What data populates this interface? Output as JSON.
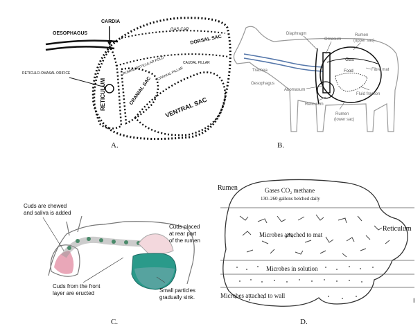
{
  "panels": {
    "a": {
      "caption": "A.",
      "labels": {
        "oesophagus": "OESOPHAGUS",
        "cardia": "CARDIA",
        "gas_cap": "GAS CAP",
        "dorsal_sac": "DORSAL SAC",
        "rumino_fold": "RUMINORETICULAR FOLD",
        "caudal_pillar": "CAUDAL PILLAR",
        "cranial_pillar": "CRANIAL PILLAR",
        "reticulo_omasal": "RETICULO-OMASAL ORIFICE",
        "reticulum": "RETICULUM",
        "cranial_sac": "CRANIAL SAC",
        "ventral_sac": "VENTRAL SAC"
      }
    },
    "b": {
      "caption": "B.",
      "labels": {
        "diaphragm": "Diaphragm",
        "omasum": "Omasum",
        "rumen_upper": "Rumen",
        "upper_sac": "(upper sac)",
        "gas": "Gas",
        "food": "Food",
        "fibre_mat": "Fibre mat",
        "trachea": "Trachea",
        "oesophagus": "Oesophagus",
        "abomasum": "Abomasum",
        "fluid_fraction": "Fluid fraction",
        "reticulum": "Reticulum",
        "rumen_lower": "Rumen",
        "lower_sac": "(lower sac)"
      }
    },
    "c": {
      "caption": "C.",
      "labels": {
        "cuds_chewed_1": "Cuds are chewed",
        "cuds_chewed_2": "and saliva is added",
        "cuds_placed_1": "Cuds placed",
        "cuds_placed_2": "at rear part",
        "cuds_placed_3": "of the rumen",
        "cuds_front_1": "Cuds from the front",
        "cuds_front_2": "layer are eructed",
        "small_particles_1": "Small particles",
        "small_particles_2": "gradually sink."
      },
      "colors": {
        "bolus": "#4a8a6a",
        "layer": "#2a9a8a",
        "head": "#e9a7b8"
      }
    },
    "d": {
      "caption": "D.",
      "labels": {
        "rumen": "Rumen",
        "gases": "Gases CO₂ methane",
        "gallons": "130–260 gallons belched daily",
        "reticulum": "Reticulum",
        "microbes_mat": "Microbes attached to mat",
        "microbes_solution": "Microbes in solution",
        "microbes_wall": "Microbes attached to wall",
        "tick": "I"
      }
    }
  }
}
